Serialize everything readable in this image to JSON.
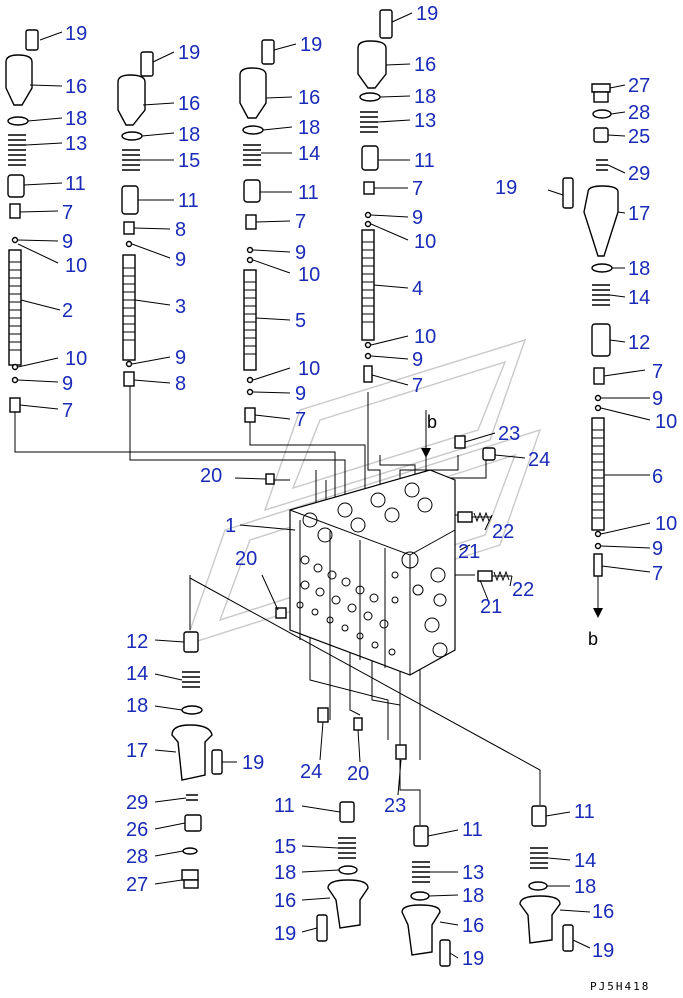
{
  "diagram": {
    "drawing_code": "PJ5H418",
    "arrow_letter": "b",
    "callouts": [
      {
        "id": "c01",
        "text": "19"
      },
      {
        "id": "c02",
        "text": "16"
      },
      {
        "id": "c03",
        "text": "18"
      },
      {
        "id": "c04",
        "text": "13"
      },
      {
        "id": "c05",
        "text": "11"
      },
      {
        "id": "c06",
        "text": "7"
      },
      {
        "id": "c07",
        "text": "9"
      },
      {
        "id": "c08",
        "text": "10"
      },
      {
        "id": "c09",
        "text": "2"
      },
      {
        "id": "c10",
        "text": "10"
      },
      {
        "id": "c11",
        "text": "9"
      },
      {
        "id": "c12",
        "text": "7"
      },
      {
        "id": "c13",
        "text": "19"
      },
      {
        "id": "c14",
        "text": "16"
      },
      {
        "id": "c15",
        "text": "18"
      },
      {
        "id": "c16",
        "text": "15"
      },
      {
        "id": "c17",
        "text": "11"
      },
      {
        "id": "c18",
        "text": "8"
      },
      {
        "id": "c19",
        "text": "9"
      },
      {
        "id": "c20",
        "text": "3"
      },
      {
        "id": "c21",
        "text": "9"
      },
      {
        "id": "c22",
        "text": "8"
      },
      {
        "id": "c23",
        "text": "19"
      },
      {
        "id": "c24",
        "text": "16"
      },
      {
        "id": "c25",
        "text": "18"
      },
      {
        "id": "c26",
        "text": "14"
      },
      {
        "id": "c27",
        "text": "11"
      },
      {
        "id": "c28",
        "text": "7"
      },
      {
        "id": "c29",
        "text": "9"
      },
      {
        "id": "c30",
        "text": "10"
      },
      {
        "id": "c31",
        "text": "5"
      },
      {
        "id": "c32",
        "text": "10"
      },
      {
        "id": "c33",
        "text": "9"
      },
      {
        "id": "c34",
        "text": "7"
      },
      {
        "id": "c35",
        "text": "19"
      },
      {
        "id": "c36",
        "text": "16"
      },
      {
        "id": "c37",
        "text": "18"
      },
      {
        "id": "c38",
        "text": "13"
      },
      {
        "id": "c39",
        "text": "11"
      },
      {
        "id": "c40",
        "text": "7"
      },
      {
        "id": "c41",
        "text": "9"
      },
      {
        "id": "c42",
        "text": "10"
      },
      {
        "id": "c43",
        "text": "4"
      },
      {
        "id": "c44",
        "text": "10"
      },
      {
        "id": "c45",
        "text": "9"
      },
      {
        "id": "c46",
        "text": "7"
      },
      {
        "id": "c47",
        "text": "27"
      },
      {
        "id": "c48",
        "text": "28"
      },
      {
        "id": "c49",
        "text": "25"
      },
      {
        "id": "c50",
        "text": "29"
      },
      {
        "id": "c51",
        "text": "19"
      },
      {
        "id": "c52",
        "text": "17"
      },
      {
        "id": "c53",
        "text": "18"
      },
      {
        "id": "c54",
        "text": "14"
      },
      {
        "id": "c55",
        "text": "12"
      },
      {
        "id": "c56",
        "text": "7"
      },
      {
        "id": "c57",
        "text": "9"
      },
      {
        "id": "c58",
        "text": "10"
      },
      {
        "id": "c59",
        "text": "6"
      },
      {
        "id": "c60",
        "text": "10"
      },
      {
        "id": "c61",
        "text": "9"
      },
      {
        "id": "c62",
        "text": "7"
      },
      {
        "id": "c63",
        "text": "23"
      },
      {
        "id": "c64",
        "text": "24"
      },
      {
        "id": "c65",
        "text": "20"
      },
      {
        "id": "c66",
        "text": "1"
      },
      {
        "id": "c67",
        "text": "22"
      },
      {
        "id": "c68",
        "text": "21"
      },
      {
        "id": "c69",
        "text": "20"
      },
      {
        "id": "c70",
        "text": "22"
      },
      {
        "id": "c71",
        "text": "21"
      },
      {
        "id": "c72",
        "text": "12"
      },
      {
        "id": "c73",
        "text": "14"
      },
      {
        "id": "c74",
        "text": "18"
      },
      {
        "id": "c75",
        "text": "17"
      },
      {
        "id": "c76",
        "text": "19"
      },
      {
        "id": "c77",
        "text": "29"
      },
      {
        "id": "c78",
        "text": "26"
      },
      {
        "id": "c79",
        "text": "28"
      },
      {
        "id": "c80",
        "text": "27"
      },
      {
        "id": "c81",
        "text": "24"
      },
      {
        "id": "c82",
        "text": "20"
      },
      {
        "id": "c83",
        "text": "23"
      },
      {
        "id": "c84",
        "text": "11"
      },
      {
        "id": "c85",
        "text": "15"
      },
      {
        "id": "c86",
        "text": "18"
      },
      {
        "id": "c87",
        "text": "16"
      },
      {
        "id": "c88",
        "text": "19"
      },
      {
        "id": "c89",
        "text": "11"
      },
      {
        "id": "c90",
        "text": "13"
      },
      {
        "id": "c91",
        "text": "18"
      },
      {
        "id": "c92",
        "text": "16"
      },
      {
        "id": "c93",
        "text": "19"
      },
      {
        "id": "c94",
        "text": "11"
      },
      {
        "id": "c95",
        "text": "14"
      },
      {
        "id": "c96",
        "text": "18"
      },
      {
        "id": "c97",
        "text": "16"
      },
      {
        "id": "c98",
        "text": "19"
      }
    ]
  }
}
